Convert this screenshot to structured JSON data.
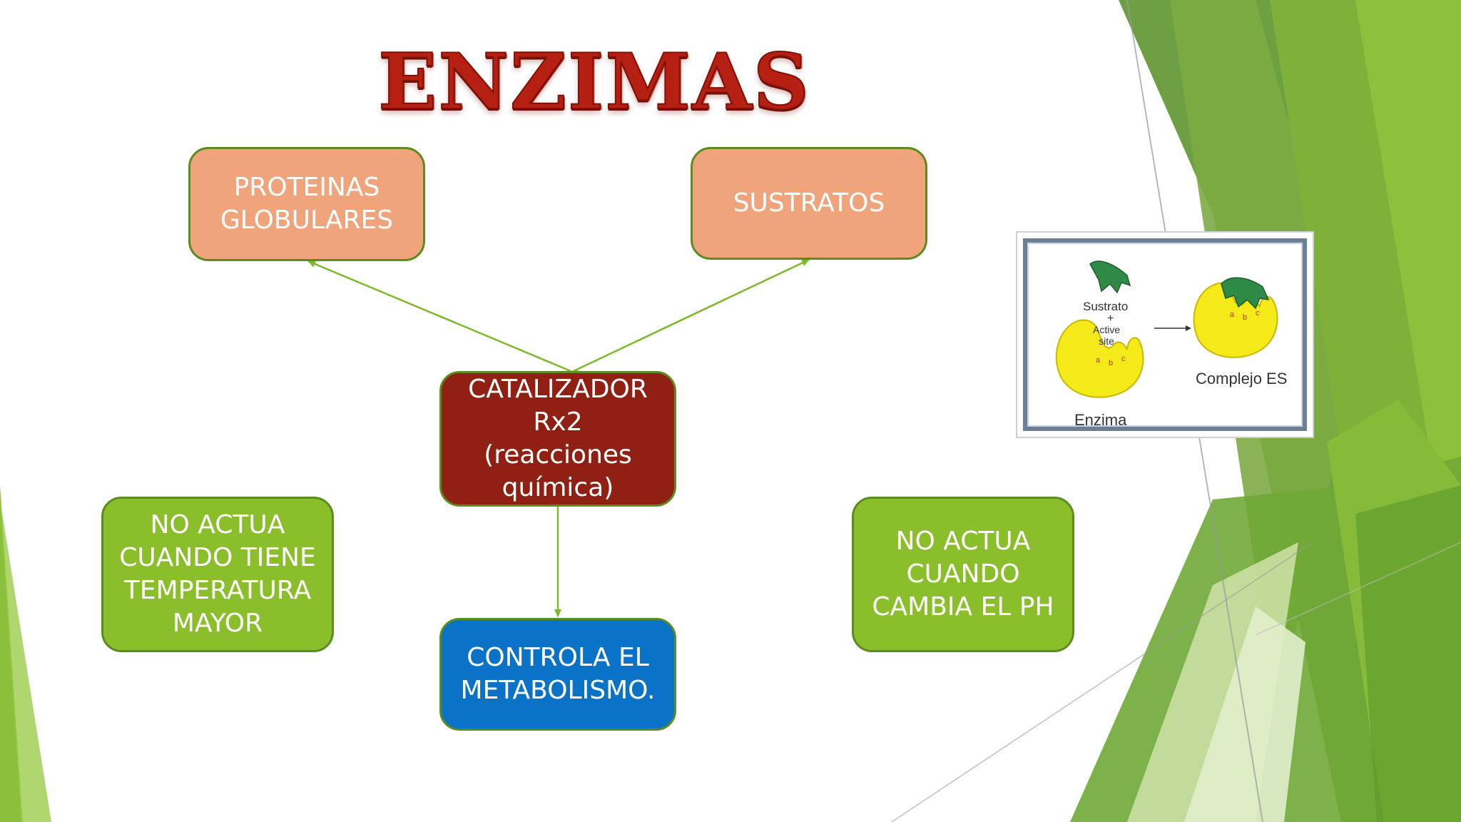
{
  "title": "ENZIMAS",
  "nodes": {
    "proteinas": "PROTEINAS\nGLOBULARES",
    "sustratos": "SUSTRATOS",
    "catalizador": "CATALIZADOR\nRx2\n(reacciones\nquímica)",
    "temperatura": "NO ACTUA\nCUANDO TIENE\nTEMPERATURA\nMAYOR",
    "ph": "NO ACTUA\nCUANDO\nCAMBIA EL PH",
    "metabolismo": "CONTROLA EL\nMETABOLISMO."
  },
  "figure": {
    "sustrato": "Sustrato",
    "plus": "+",
    "active_site": "Active\nsite",
    "enzima": "Enzima",
    "complejo": "Complejo ES",
    "site_letters": [
      "a",
      "b",
      "c"
    ]
  },
  "colors": {
    "salmon": "#f0a47b",
    "dark_red": "#8f2013",
    "green": "#8abf2b",
    "blue": "#0a73c8",
    "arrow": "#7dba2a"
  }
}
